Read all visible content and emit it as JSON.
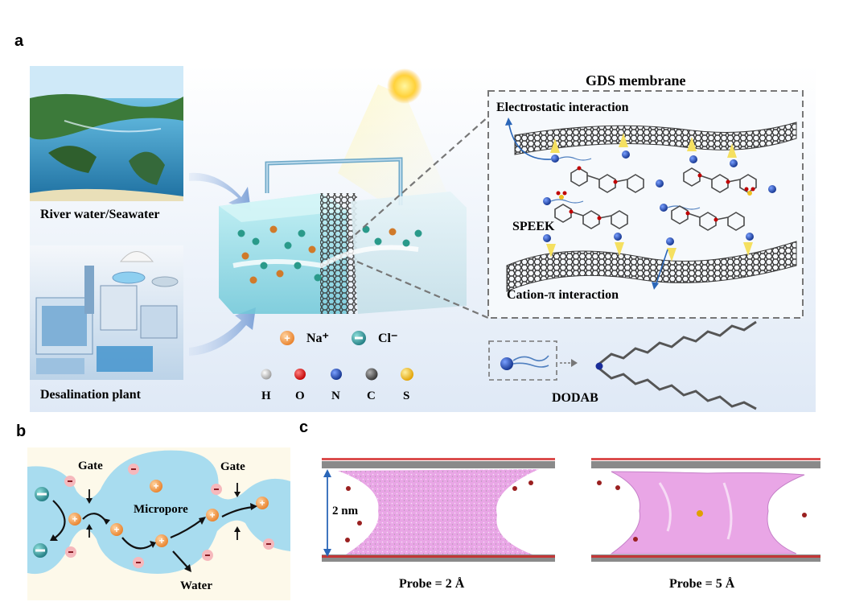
{
  "panels": {
    "a": {
      "letter": "a",
      "source_labels": [
        "River water/Seawater",
        "Desalination plant"
      ],
      "membrane_title": "GDS membrane",
      "interactions": [
        "Electrostatic interaction",
        "Cation-π interaction"
      ],
      "polymer_label": "SPEEK",
      "ion_legend": [
        {
          "label": "Na⁺",
          "color": "#f0a050"
        },
        {
          "label": "Cl⁻",
          "color": "#2a8a8e"
        }
      ],
      "atom_legend": [
        {
          "label": "H",
          "color": "#d8d8d8"
        },
        {
          "label": "O",
          "color": "#e01818"
        },
        {
          "label": "N",
          "color": "#2040b0"
        },
        {
          "label": "C",
          "color": "#606060"
        },
        {
          "label": "S",
          "color": "#f0c020"
        }
      ],
      "surfactant_label": "DODAB"
    },
    "b": {
      "letter": "b",
      "labels": [
        "Gate",
        "Gate",
        "Micropore",
        "Water"
      ]
    },
    "c": {
      "letter": "c",
      "scale_label": "2 nm",
      "probes": [
        "Probe = 2 Å",
        "Probe = 5 Å"
      ]
    }
  },
  "colors": {
    "water": "#a8dcef",
    "panel_bg": "#edf3fa",
    "b_bg": "#fdf9ea",
    "pore": "#e8a8e4"
  }
}
